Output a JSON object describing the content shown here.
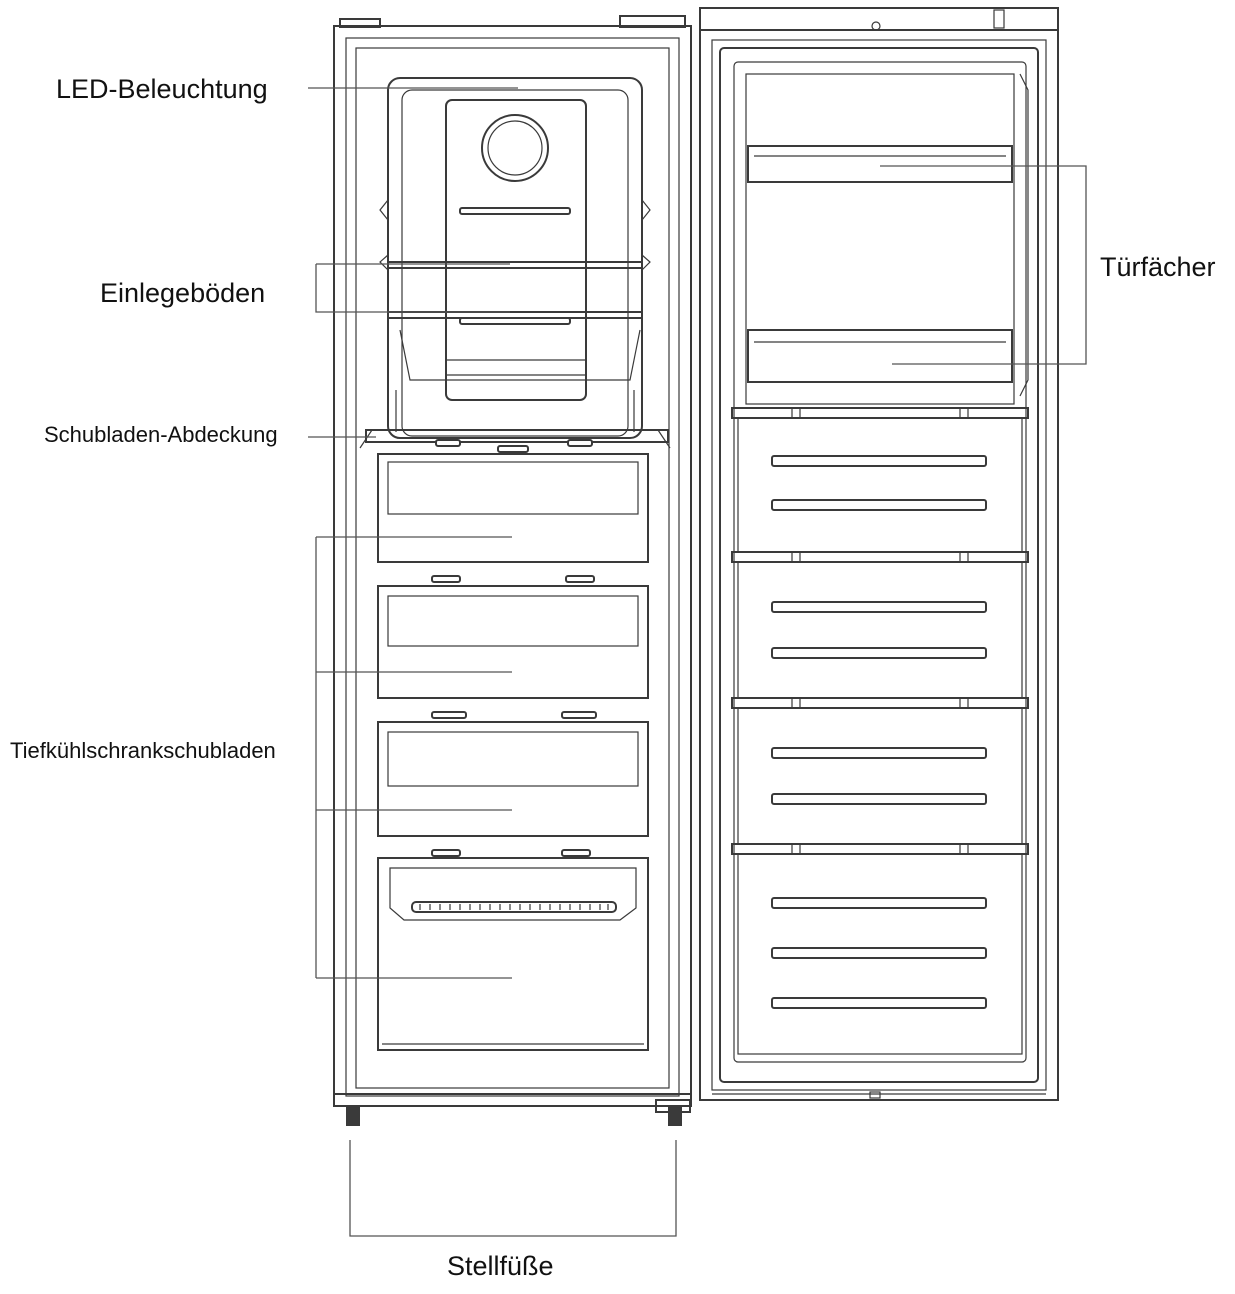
{
  "labels": {
    "led": "LED-Beleuchtung",
    "shelves": "Einlegeböden",
    "drawer_cover": "Schubladen-Abdeckung",
    "freezer_drawers": "Tiefkühlschrankschubladen",
    "door_bins": "Türfächer",
    "feet": "Stellfüße"
  },
  "colors": {
    "line": "#3a3a3a",
    "leader": "#555555",
    "text": "#111111",
    "background": "#ffffff"
  }
}
